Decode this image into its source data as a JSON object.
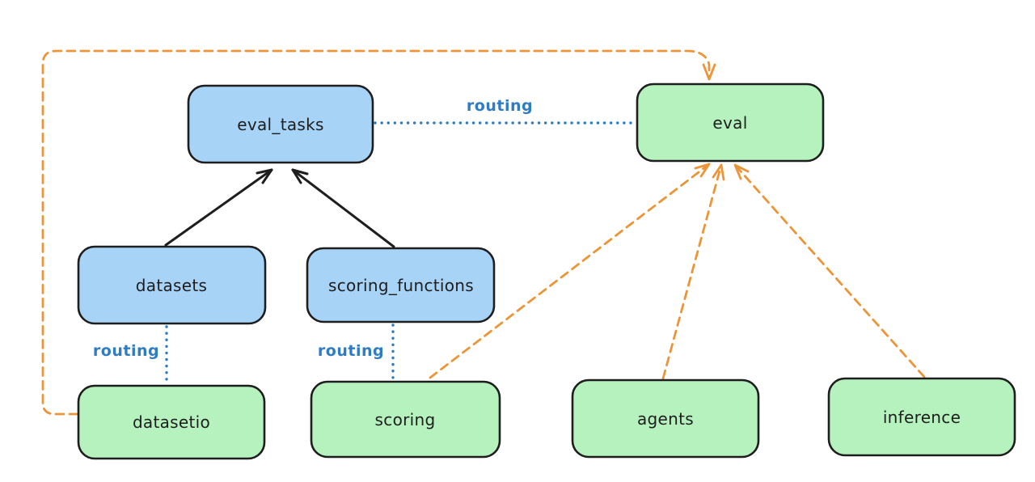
{
  "diagram": {
    "nodes": {
      "eval_tasks": {
        "label": "eval_tasks",
        "color": "blue"
      },
      "eval": {
        "label": "eval",
        "color": "green"
      },
      "datasets": {
        "label": "datasets",
        "color": "blue"
      },
      "scoring_functions": {
        "label": "scoring_functions",
        "color": "blue"
      },
      "datasetio": {
        "label": "datasetio",
        "color": "green"
      },
      "scoring": {
        "label": "scoring",
        "color": "green"
      },
      "agents": {
        "label": "agents",
        "color": "green"
      },
      "inference": {
        "label": "inference",
        "color": "green"
      }
    },
    "edge_labels": {
      "eval_tasks_to_eval": "routing",
      "datasets_to_datasetio": "routing",
      "scoring_functions_to_scoring": "routing"
    },
    "edges": [
      {
        "from": "datasets",
        "to": "eval_tasks",
        "style": "solid-arrow"
      },
      {
        "from": "scoring_functions",
        "to": "eval_tasks",
        "style": "solid-arrow"
      },
      {
        "from": "eval_tasks",
        "to": "eval",
        "style": "dotted-line",
        "label": "routing"
      },
      {
        "from": "datasets",
        "to": "datasetio",
        "style": "dotted-line",
        "label": "routing"
      },
      {
        "from": "scoring_functions",
        "to": "scoring",
        "style": "dotted-line",
        "label": "routing"
      },
      {
        "from": "datasetio",
        "to": "eval",
        "style": "dashed-arrow"
      },
      {
        "from": "scoring",
        "to": "eval",
        "style": "dashed-arrow"
      },
      {
        "from": "agents",
        "to": "eval",
        "style": "dashed-arrow"
      },
      {
        "from": "inference",
        "to": "eval",
        "style": "dashed-arrow"
      }
    ],
    "colors": {
      "blue_fill": "#a7d3f7",
      "green_fill": "#b5f2bd",
      "node_stroke": "#1e1e1e",
      "orange_edge": "#ec9538",
      "routing_blue": "#2e7cc3",
      "background": "#ffffff"
    }
  }
}
